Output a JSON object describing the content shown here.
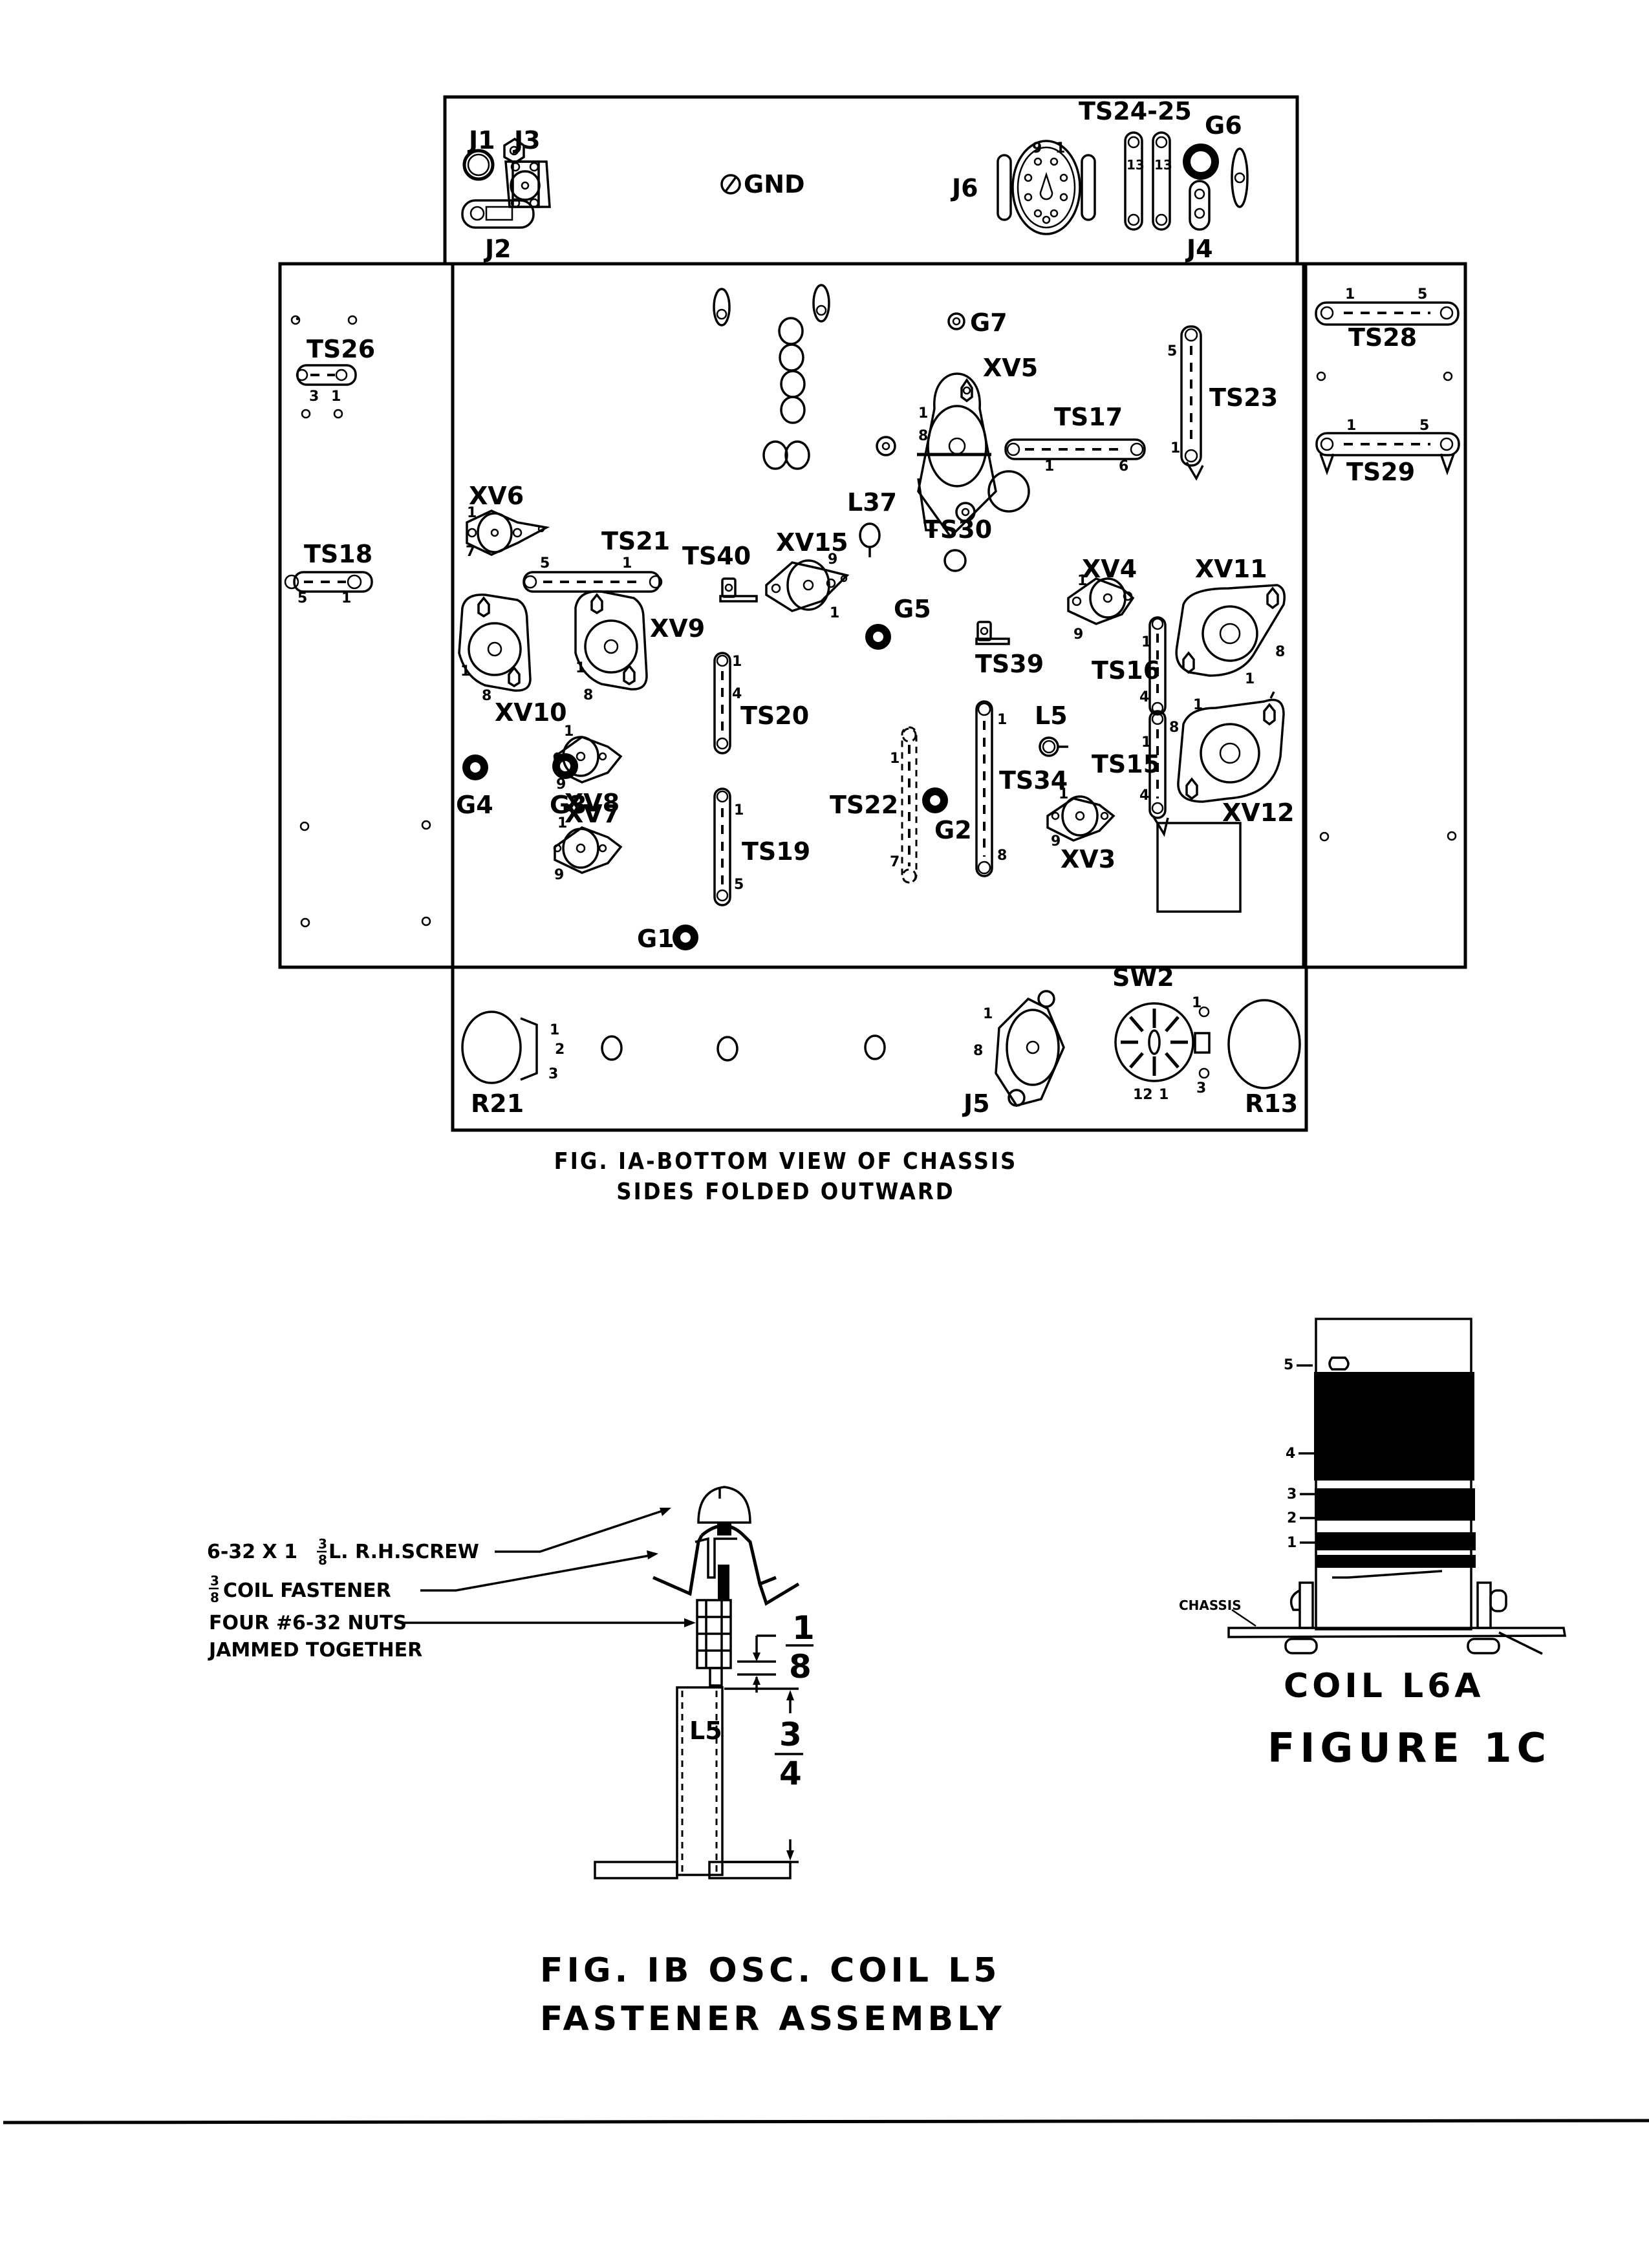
{
  "figure_1a": {
    "caption_line1": "FIG. IA-BOTTOM VIEW OF CHASSIS",
    "caption_line2": "SIDES FOLDED OUTWARD",
    "top_panel": {
      "J1": "J1",
      "J2": "J2",
      "J3": "J3",
      "GND": "GND",
      "J6": "J6",
      "TS24_25": "TS24-25",
      "G6": "G6",
      "J4": "J4",
      "j6_pins": [
        "9",
        "1"
      ],
      "ts24_pin": "13",
      "ts25_pin": "13"
    },
    "left_panel": {
      "TS26": "TS26",
      "ts26_pins": [
        "3",
        "1"
      ],
      "TS18": "TS18",
      "ts18_pins": [
        "5",
        "1"
      ]
    },
    "right_panel": {
      "TS28": "TS28",
      "ts28_pins": [
        "1",
        "5"
      ],
      "TS29": "TS29",
      "ts29_pins": [
        "1",
        "5"
      ]
    },
    "main": {
      "G7": "G7",
      "XV5": "XV5",
      "xv5_pins": [
        "1",
        "8"
      ],
      "TS17": "TS17",
      "ts17_pins": [
        "1",
        "6"
      ],
      "TS23": "TS23",
      "ts23_pins": [
        "5",
        "1"
      ],
      "TS30": "TS30",
      "L37": "L37",
      "XV6": "XV6",
      "xv6_pins": [
        "1",
        "7"
      ],
      "TS21": "TS21",
      "ts21_pins": [
        "5",
        "1"
      ],
      "TS40": "TS40",
      "XV15": "XV15",
      "xv15_pins": [
        "9",
        "1"
      ],
      "G5": "G5",
      "TS39": "TS39",
      "XV4": "XV4",
      "xv4_pins": [
        "1",
        "9"
      ],
      "XV11": "XV11",
      "xv11_pins": [
        "8",
        "1"
      ],
      "XV10": "XV10",
      "xv10_pins": [
        "1",
        "8"
      ],
      "XV9": "XV9",
      "xv9_pins": [
        "1",
        "8"
      ],
      "TS20": "TS20",
      "ts20_pins": [
        "1",
        "4"
      ],
      "TS16": "TS16",
      "ts16_pins": [
        "1",
        "4"
      ],
      "L5": "L5",
      "TS15": "TS15",
      "ts15_pins": [
        "8",
        "1",
        "4"
      ],
      "XV12": "XV12",
      "xv12_pins": [
        "1"
      ],
      "G4": "G4",
      "G3": "G3",
      "XV8": "XV8",
      "xv8_pins": [
        "1",
        "9"
      ],
      "TS22": "TS22",
      "ts22_pins": [
        "1",
        "7"
      ],
      "G2": "G2",
      "TS34": "TS34",
      "ts34_pins": [
        "1",
        "8"
      ],
      "XV3": "XV3",
      "xv3_pins": [
        "1",
        "9"
      ],
      "XV7": "XV7",
      "xv7_pins": [
        "1",
        "9"
      ],
      "TS19": "TS19",
      "ts19_pins": [
        "1",
        "5"
      ],
      "G1": "G1"
    },
    "bottom_panel": {
      "R21": "R21",
      "r21_pins": [
        "1",
        "2",
        "3"
      ],
      "J5": "J5",
      "j5_pins": [
        "1",
        "8"
      ],
      "SW2": "SW2",
      "sw2_pins": [
        "1",
        "12",
        "1"
      ],
      "R13": "R13",
      "r13_pins": [
        "1",
        "3"
      ]
    }
  },
  "figure_1b": {
    "caption_line1": "FIG. IB OSC. COIL L5",
    "caption_line2": "FASTENER ASSEMBLY",
    "callout_screw_prefix": "6-32 X 1",
    "callout_screw_frac_num": "3",
    "callout_screw_frac_den": "8",
    "callout_screw_suffix": "L. R.H.SCREW",
    "callout_fastener_frac_num": "3",
    "callout_fastener_frac_den": "8",
    "callout_fastener": "COIL FASTENER",
    "callout_nuts_line1": "FOUR #6-32 NUTS",
    "callout_nuts_line2": "JAMMED TOGETHER",
    "coil_label": "L5",
    "dim_gap_num": "1",
    "dim_gap_den": "8",
    "dim_height_num": "3",
    "dim_height_den": "4"
  },
  "figure_1c": {
    "coil_title": "COIL L6A",
    "figure_title": "FIGURE 1C",
    "chassis_label": "CHASSIS",
    "tap_labels": [
      "5",
      "4",
      "3",
      "2",
      "1"
    ]
  }
}
